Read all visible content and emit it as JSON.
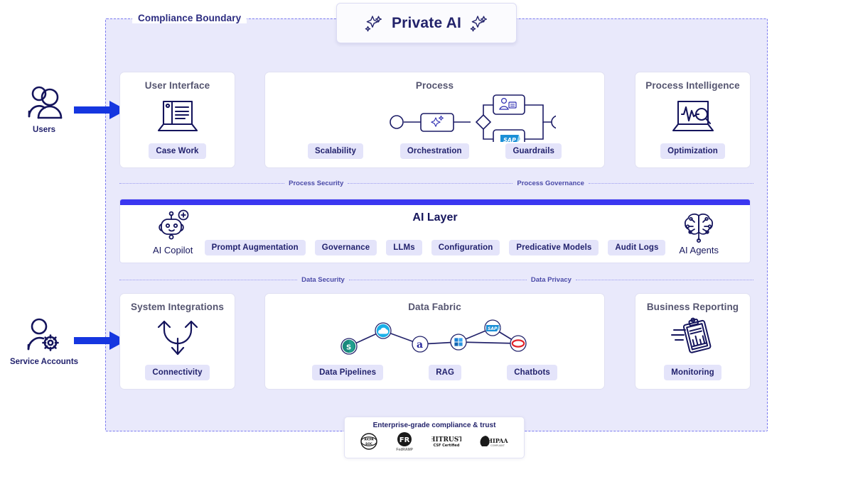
{
  "boundary": {
    "label": "Compliance Boundary"
  },
  "header": {
    "title": "Private AI",
    "left_icon": "sparkles-icon",
    "right_icon": "sparkles-icon"
  },
  "actors": [
    {
      "name": "users",
      "label": "Users",
      "icon": "users-group-icon",
      "arrow": "arrow-right-icon"
    },
    {
      "name": "service-accounts",
      "label": "Service Accounts",
      "icon": "user-gear-icon",
      "arrow": "arrow-right-icon"
    }
  ],
  "top_row": {
    "user_interface": {
      "title": "User Interface",
      "icon": "laptop-document-icon",
      "chips": [
        "Case Work"
      ]
    },
    "process": {
      "title": "Process",
      "icon": "bpmn-flow-diagram",
      "nodes": [
        "start-event",
        "sparkle-task",
        "gateway-diamond",
        "person-task",
        "sap-task",
        "end-event"
      ],
      "chips": [
        "Scalability",
        "Orchestration",
        "Guardrails"
      ]
    },
    "process_intelligence": {
      "title": "Process Intelligence",
      "icon": "laptop-analytics-magnifier-icon",
      "chips": [
        "Optimization"
      ]
    }
  },
  "divider_top": {
    "labels": [
      "Process Security",
      "Process Governance"
    ]
  },
  "ai_layer": {
    "title": "AI Layer",
    "accent_color": "#3b37f0",
    "left": {
      "label": "AI Copilot",
      "icon": "robot-icon"
    },
    "right": {
      "label": "AI Agents",
      "icon": "brain-circuit-icon"
    },
    "chips": [
      "Prompt Augmentation",
      "Governance",
      "LLMs",
      "Configuration",
      "Predicative Models",
      "Audit Logs"
    ]
  },
  "divider_bottom": {
    "labels": [
      "Data Security",
      "Data Privacy"
    ]
  },
  "bottom_row": {
    "system_integrations": {
      "title": "System Integrations",
      "icon": "merge-arrows-icon",
      "chips": [
        "Connectivity"
      ]
    },
    "data_fabric": {
      "title": "Data Fabric",
      "icon": "network-graph",
      "nodes": [
        "sharepoint-logo",
        "salesforce-logo",
        "appian-logo",
        "microsoft-logo",
        "sap-logo",
        "oracle-logo"
      ],
      "chips": [
        "Data Pipelines",
        "RAG",
        "Chatbots"
      ]
    },
    "business_reporting": {
      "title": "Business Reporting",
      "icon": "clipboard-chart-icon",
      "chips": [
        "Monitoring"
      ]
    }
  },
  "compliance_footer": {
    "title": "Enterprise-grade compliance & trust",
    "badges": [
      {
        "name": "aicpa-soc-badge",
        "caption": ""
      },
      {
        "name": "fedramp-badge",
        "caption": "FedRAMP"
      },
      {
        "name": "hitrust-badge",
        "caption": ""
      },
      {
        "name": "hipaa-badge",
        "caption": ""
      }
    ]
  },
  "colors": {
    "boundary_fill": "#e9e9fb",
    "boundary_stroke": "#7b7bf0",
    "ink": "#1a1a6e",
    "chip_bg": "#e4e4fa",
    "arrow": "#1536e0"
  }
}
